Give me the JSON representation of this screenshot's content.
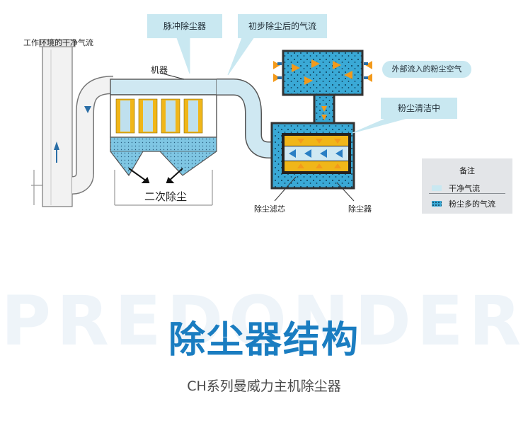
{
  "diagram": {
    "callouts": {
      "pulse_collector": "脉冲除尘器",
      "post_airflow": "初步除尘后的气流",
      "outside_dust_air": "外部流入的粉尘空气",
      "dust_cleaning": "粉尘清洁中"
    },
    "labels": {
      "work_env_clean_air": "工作环境的干净气流",
      "machine": "机器",
      "secondary_dust_removal": "二次除尘",
      "filter_cartridge": "除尘滤芯",
      "dust_collector": "除尘器"
    },
    "legend": {
      "title": "备注",
      "items": [
        {
          "label": "干净气流",
          "color": "#c9e8f1"
        },
        {
          "label": "粉尘多的气流",
          "color": "#3aa9d6"
        }
      ]
    },
    "colors": {
      "clean_air": "#cfe8f2",
      "dusty_air": "#3aa9d6",
      "pipe_outline": "#555555",
      "filter_yellow": "#f0b619",
      "arrow_orange": "#f39a1b",
      "dark_box": "#222222"
    }
  },
  "branding": {
    "watermark": "PREDONDER",
    "title": "除尘器结构",
    "subtitle": "CH系列曼威力主机除尘器",
    "title_color": "#1a7dc1"
  }
}
